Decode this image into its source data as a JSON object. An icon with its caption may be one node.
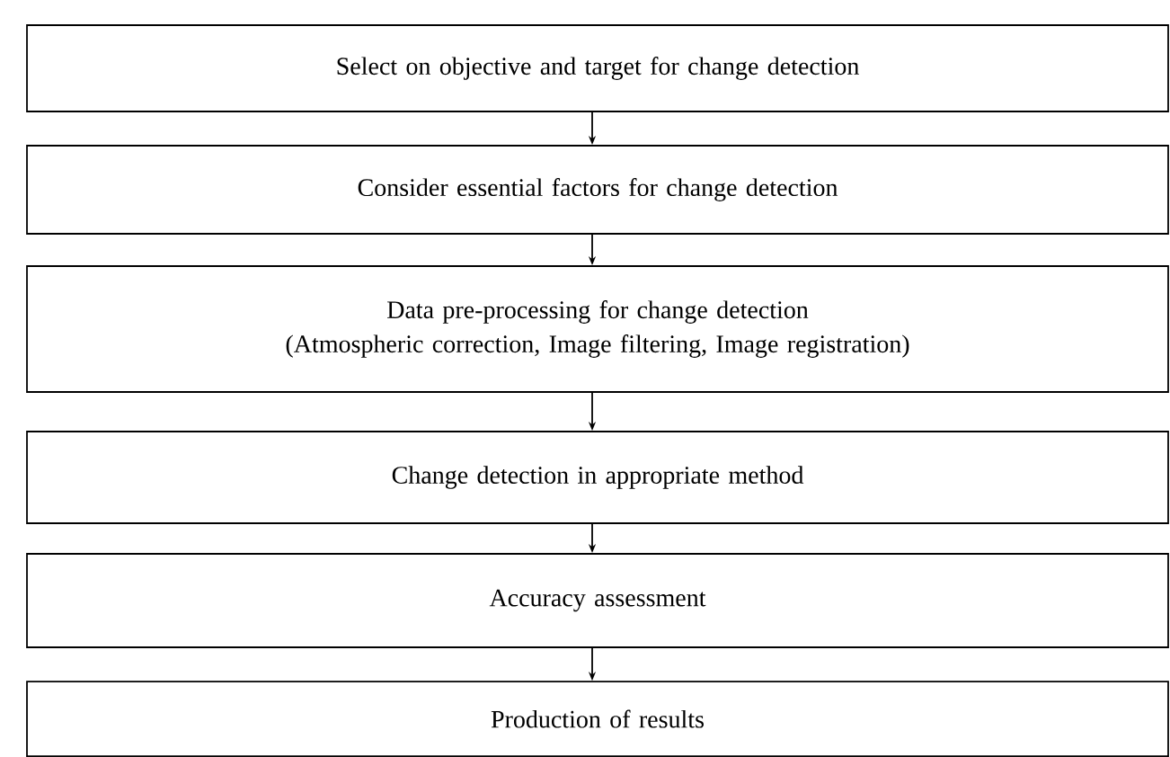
{
  "diagram": {
    "nodes": [
      {
        "text": [
          "Select on objective and target for change detection"
        ]
      },
      {
        "text": [
          "Consider essential factors for change detection"
        ]
      },
      {
        "text": [
          "Data pre-processing for change detection",
          "(Atmospheric correction, Image filtering, Image registration)"
        ]
      },
      {
        "text": [
          "Change detection in appropriate method"
        ]
      },
      {
        "text": [
          "Accuracy assessment"
        ]
      },
      {
        "text": [
          "Production of results"
        ]
      }
    ],
    "edges": [
      {
        "from": 0,
        "to": 1,
        "arrow": "to"
      },
      {
        "from": 1,
        "to": 2,
        "arrow": "to"
      },
      {
        "from": 2,
        "to": 3,
        "arrow": "to"
      },
      {
        "from": 3,
        "to": 4,
        "arrow": "to"
      },
      {
        "from": 4,
        "to": 5,
        "arrow": "to"
      }
    ]
  }
}
